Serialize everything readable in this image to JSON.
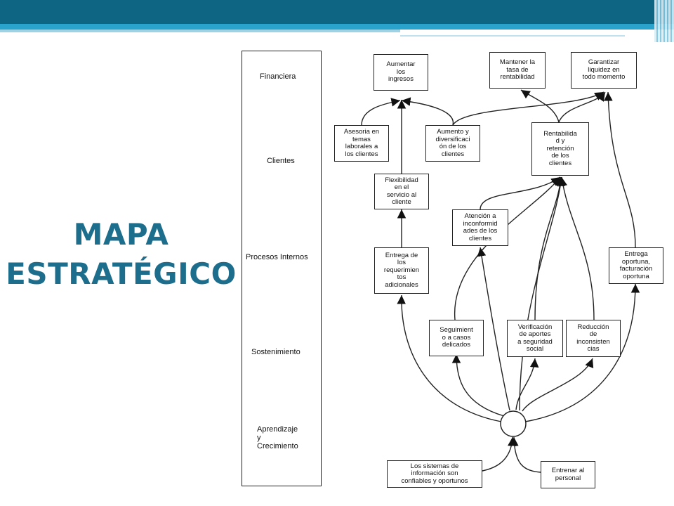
{
  "title": {
    "line1": "MAPA",
    "line2": "ESTRATÉGICO"
  },
  "perspectives": [
    {
      "id": "financiera",
      "label": "Financiera"
    },
    {
      "id": "clientes",
      "label": "Clientes"
    },
    {
      "id": "procesos",
      "label": "Procesos Internos"
    },
    {
      "id": "sostenimiento",
      "label": "Sostenimiento"
    },
    {
      "id": "aprendizaje",
      "label": "Aprendizaje\ny\nCrecimiento"
    }
  ],
  "nodes": {
    "aumentar_ingresos": "Aumentar\nlos\ningresos",
    "mantener_tasa": "Mantener la\ntasa de\nrentabilidad",
    "garantizar_liquidez": "Garantizar\nliquidez en\ntodo momento",
    "asesoria": "Asesoria en\ntemas\nlaborales a\nlos clientes",
    "aumento_diversificacion": "Aumento y\ndiversificaci\nón de los\nclientes",
    "rentabilidad_retencion": "Rentabilida\nd y\nretención\nde los\nclientes",
    "flexibilidad": "Flexibilidad\nen el\nservicio al\ncliente",
    "atencion": "Atención a\ninconformid\nades de los\nclientes",
    "entrega_requerimientos": "Entrega de\nlos\nrequerimien\ntos\nadicionales",
    "entrega_oportuna": "Entrega\noportuna,\nfacturación\noportuna",
    "seguimiento": "Seguimient\no a casos\ndelicados",
    "verificacion": "Verificación\nde aportes\na seguridad\nsocial",
    "reduccion": "Reducción\nde\ninconsisten\ncias",
    "sistemas": "Los sistemas de\ninformación son\nconfiables y oportunos",
    "entrenar": "Entrenar al\npersonal"
  }
}
